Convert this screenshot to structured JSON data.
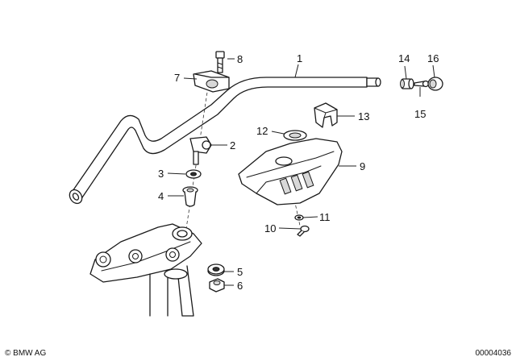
{
  "callouts": {
    "c1": "1",
    "c2": "2",
    "c3": "3",
    "c4": "4",
    "c5": "5",
    "c6": "6",
    "c7": "7",
    "c8": "8",
    "c9": "9",
    "c10": "10",
    "c11": "11",
    "c12": "12",
    "c13": "13",
    "c14": "14",
    "c15": "15",
    "c16": "16"
  },
  "footer": {
    "copyright": "© BMW AG",
    "reference": "00004036"
  }
}
